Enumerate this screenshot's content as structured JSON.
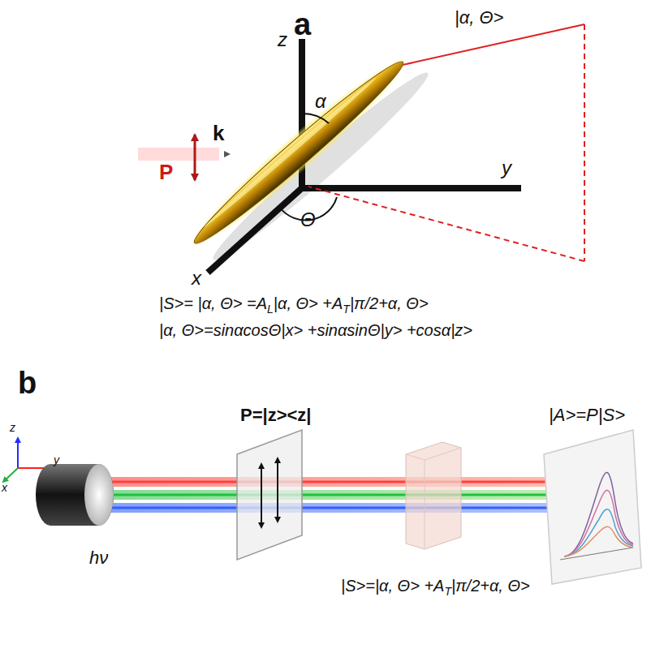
{
  "diagram": {
    "labels": [
      "a",
      "z",
      "|α, Θ>",
      "α",
      "k",
      "P",
      "y",
      "Θ",
      "x",
      "|S>= |α, Θ> =A",
      "L",
      "|α, Θ> +A",
      "T",
      "|π/2+α, Θ>",
      "|α, Θ>=sinαcosΘ|x> +sinαsinΘ|y> +cosα|z>",
      "b",
      "z",
      "y",
      "x",
      "P=|z><z|",
      "|A>=P|S>",
      "hν",
      "|S>=|α, Θ> +A",
      "T",
      "|π/2+α, Θ>"
    ]
  }
}
